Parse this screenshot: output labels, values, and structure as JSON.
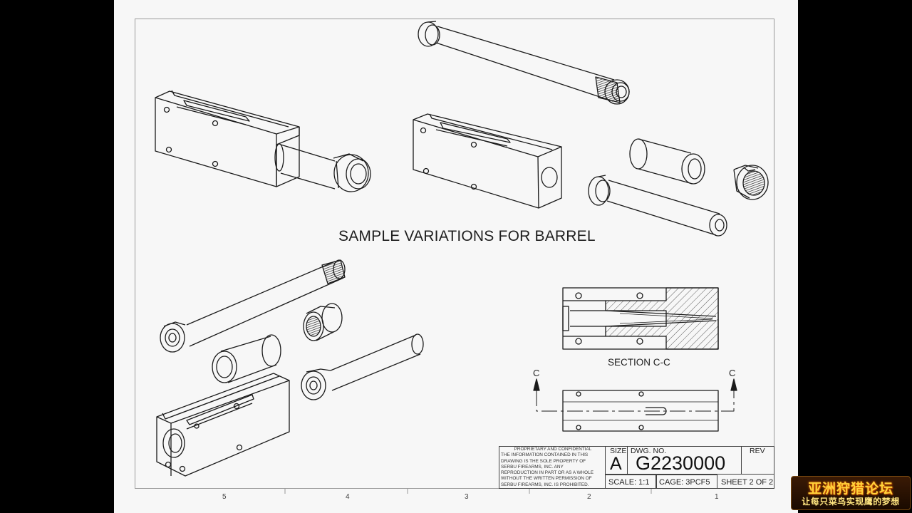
{
  "drawing": {
    "title": "SAMPLE VARIATIONS FOR BARREL",
    "section_label": "SECTION C-C",
    "section_mark_left": "C",
    "section_mark_right": "C",
    "zones": [
      "5",
      "4",
      "3",
      "2",
      "1"
    ]
  },
  "title_block": {
    "proprietary_heading": "PROPRIETARY AND CONFIDENTIAL",
    "proprietary_lines": [
      "THE INFORMATION CONTAINED IN THIS",
      "DRAWING IS THE SOLE PROPERTY OF",
      "SERBU FIREARMS, INC.  ANY",
      "REPRODUCTION IN PART OR AS A WHOLE",
      "WITHOUT THE WRITTEN PERMISSION OF",
      "SERBU FIREARMS, INC. IS PROHIBITED."
    ],
    "size_label": "SIZE",
    "size_value": "A",
    "dwg_no_label": "DWG.  NO.",
    "dwg_no_value": "G2230000",
    "rev_label": "REV",
    "scale": "SCALE: 1:1",
    "cage": "CAGE: 3PCF5",
    "sheet": "SHEET 2 OF 2"
  },
  "watermark": {
    "line1": "亚洲狩猎论坛",
    "line2": "让每只菜鸟实现鹰的梦想"
  },
  "colors": {
    "background": "#000000",
    "sheet": "#f7f7f7",
    "line": "#1a1a1a",
    "watermark_text": "#ffd23a"
  }
}
